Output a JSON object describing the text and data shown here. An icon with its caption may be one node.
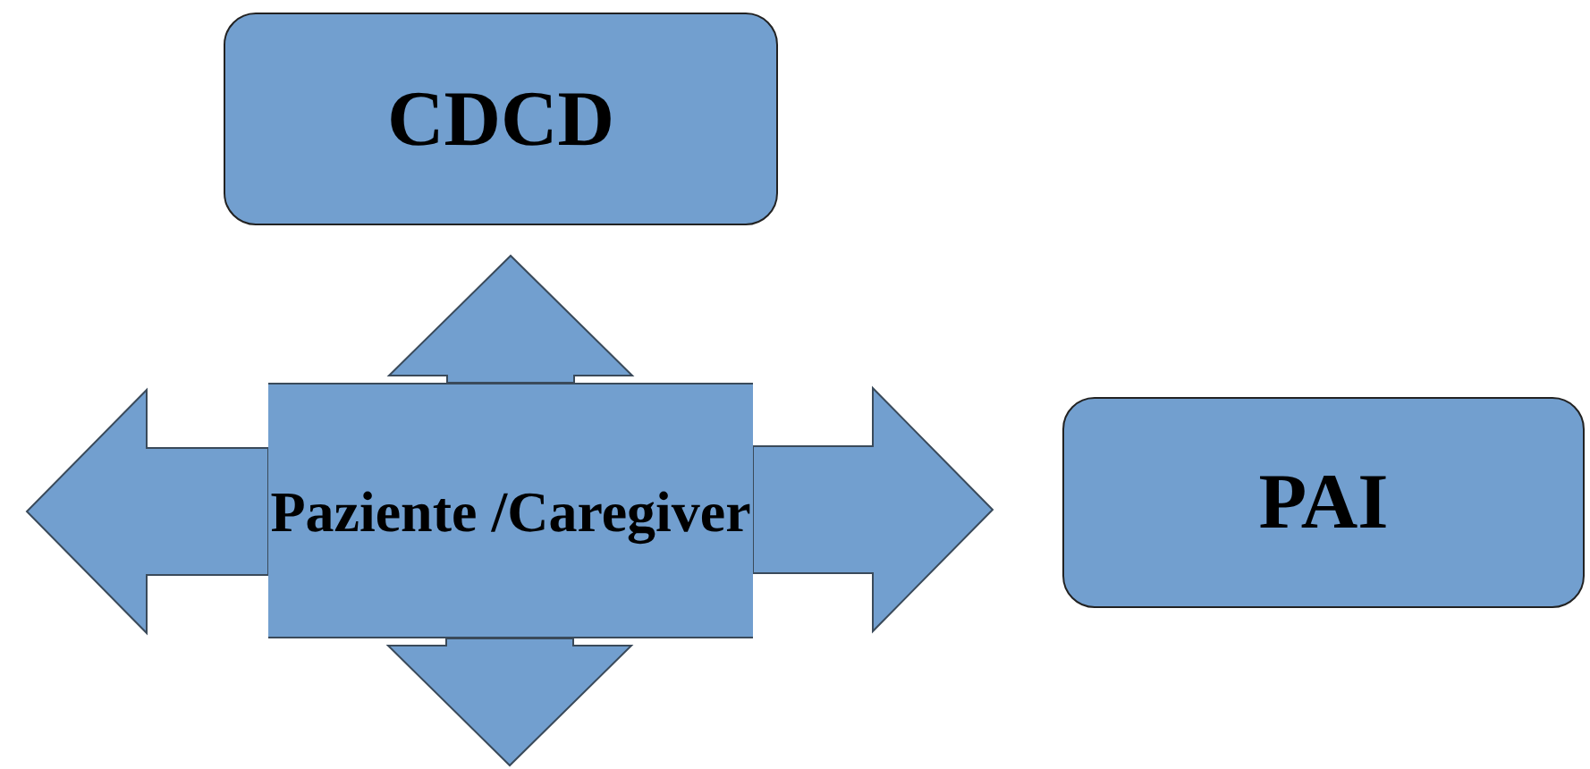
{
  "diagram": {
    "nodes": [
      {
        "text": [
          "CDCD"
        ]
      },
      {
        "text": [
          "Paziente /Caregiver"
        ]
      },
      {
        "text": [
          "PAI"
        ]
      }
    ],
    "edges": [
      {
        "from": 1,
        "to": 0,
        "arrow": "to"
      },
      {
        "from": 1,
        "to": 2,
        "arrow": "to"
      },
      {
        "from": 1,
        "to": null,
        "arrow": "to"
      },
      {
        "from": 1,
        "to": null,
        "arrow": "to"
      }
    ]
  }
}
